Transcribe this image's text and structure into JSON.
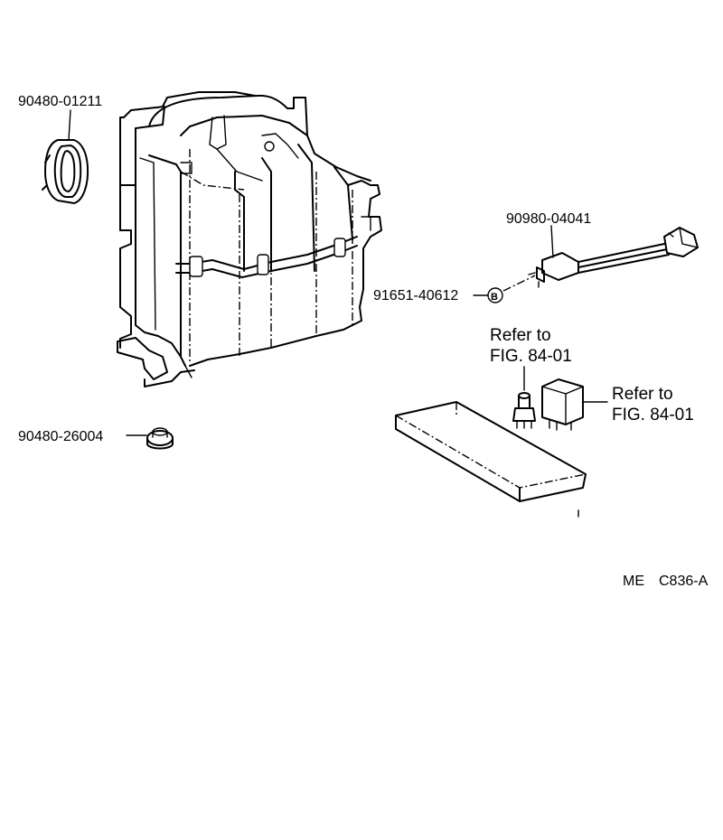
{
  "parts": {
    "grommet_top": "90480-01211",
    "grommet_small": "90480-26004",
    "wire_harness": "90980-04041",
    "screw": "91651-40612",
    "screw_marker": "B"
  },
  "references": {
    "ref_a_line1": "Refer to",
    "ref_a_line2": "FIG. 84-01",
    "ref_b_line1": "Refer to",
    "ref_b_line2": "FIG. 84-01"
  },
  "diagram_code": {
    "prefix": "ME",
    "code": "C836-A"
  }
}
